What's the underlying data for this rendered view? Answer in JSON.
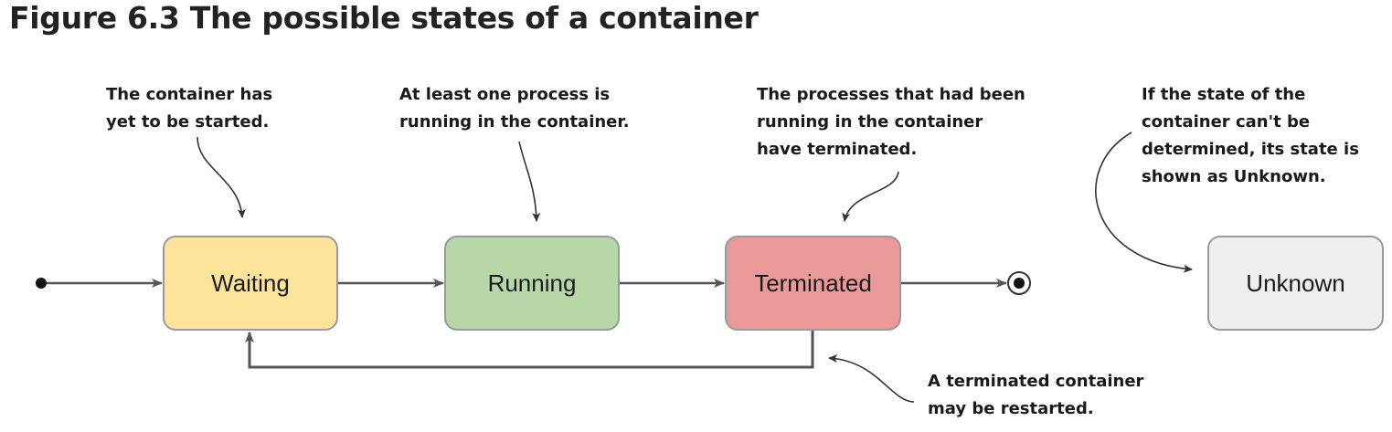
{
  "figure": {
    "title": "Figure 6.3 The possible states of a container"
  },
  "states": [
    {
      "id": "waiting",
      "label": "Waiting",
      "fill": "#fde49a"
    },
    {
      "id": "running",
      "label": "Running",
      "fill": "#b7d7a8"
    },
    {
      "id": "terminated",
      "label": "Terminated",
      "fill": "#ea9999"
    },
    {
      "id": "unknown",
      "label": "Unknown",
      "fill": "#efefef"
    }
  ],
  "notes": {
    "waiting": [
      "The container has",
      "yet to be started."
    ],
    "running": [
      "At least one process is",
      "running in the container."
    ],
    "terminated": [
      "The processes that had been",
      "running in the container",
      "have terminated."
    ],
    "unknown": [
      "If the state of the",
      "container can't be",
      "determined, its state is",
      "shown as Unknown."
    ],
    "restart": [
      "A terminated container",
      "may be restarted."
    ]
  },
  "colors": {
    "line": "#555555",
    "border": "#9a9a9a",
    "text": "#1a1a1a"
  }
}
